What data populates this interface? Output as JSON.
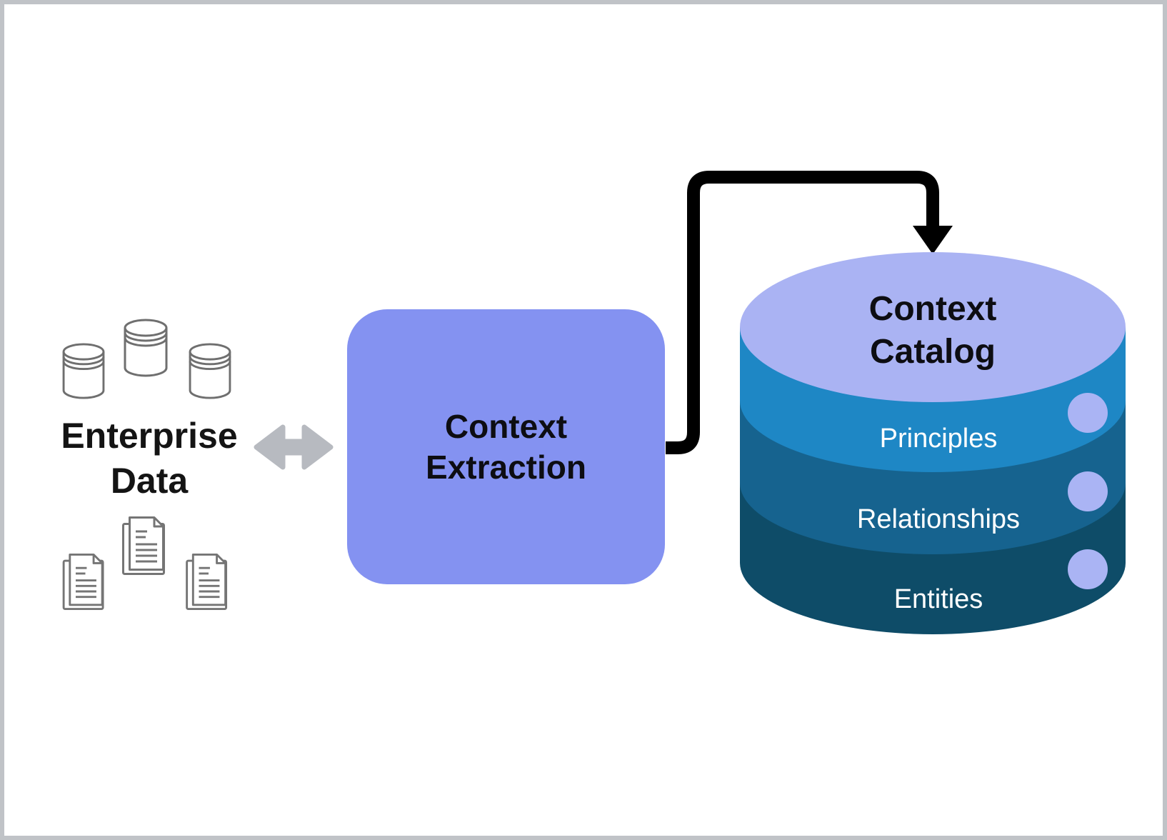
{
  "diagram": {
    "enterprise_data": {
      "line1": "Enterprise",
      "line2": "Data"
    },
    "context_extraction": {
      "line1": "Context",
      "line2": "Extraction"
    },
    "context_catalog": {
      "title_line1": "Context",
      "title_line2": "Catalog",
      "layers": [
        {
          "label": "Principles"
        },
        {
          "label": "Relationships"
        },
        {
          "label": "Entities"
        }
      ]
    },
    "icons": {
      "source_top": "database-icon",
      "source_top_count": 3,
      "source_bottom": "document-icon",
      "source_bottom_count": 3,
      "flow_left": "double-headed-arrow-icon",
      "flow_right": "elbow-arrow-icon"
    },
    "colors": {
      "extraction_box": "#8492f1",
      "catalog_top": "#aab3f3",
      "catalog_dot": "#aab4f4",
      "layer_principles": "#1e87c5",
      "layer_relationships": "#16638f",
      "layer_entities": "#0e4c68",
      "connector_black": "#000000",
      "sync_arrow_gray": "#b7bac0",
      "icon_outline": "#6f6f6f",
      "frame_border": "#c0c3c7",
      "background": "#ffffff"
    }
  }
}
